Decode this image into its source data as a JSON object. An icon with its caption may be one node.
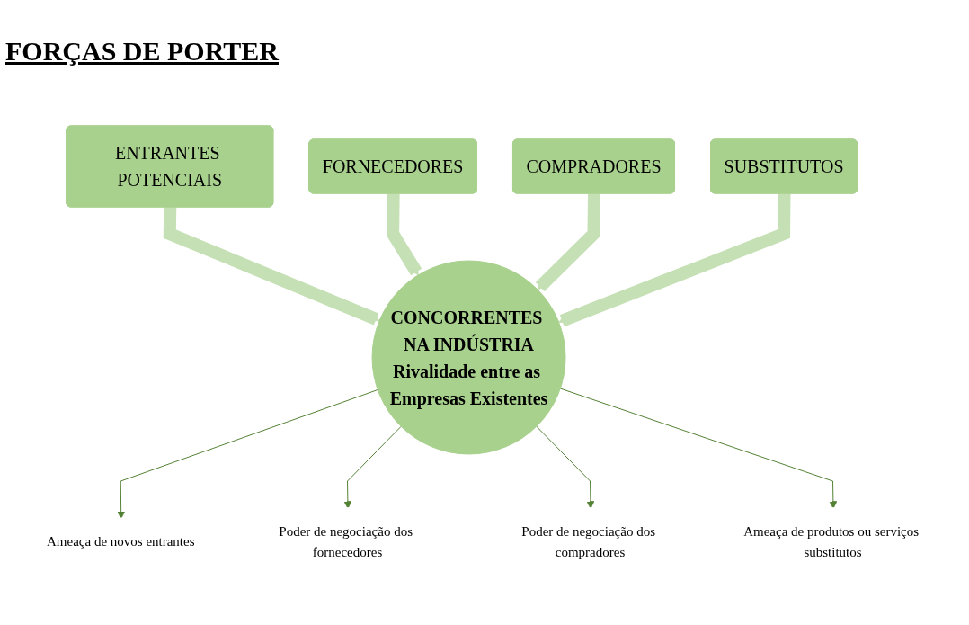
{
  "diagram": {
    "title": "FORÇAS DE PORTER",
    "nodes": [
      {
        "text": [
          "ENTRANTES POTENCIAIS"
        ]
      },
      {
        "text": [
          "Ameaça de novos entrantes"
        ]
      },
      {
        "text": [
          "Poder de negociação dos fornecedores"
        ]
      },
      {
        "text": [
          "FORNECEDORES"
        ]
      },
      {
        "text": [
          "CONCORRENTES NA INDÚSTRIA",
          "Rivalidade entre as Empresas Existentes"
        ]
      },
      {
        "text": [
          "COMPRADORES"
        ]
      },
      {
        "text": [
          "Poder de negociação dos compradores"
        ]
      },
      {
        "text": [
          "Ameaça de produtos ou serviços substitutos"
        ]
      },
      {
        "text": [
          "SUBSTITUTOS"
        ]
      }
    ],
    "edges": [
      {
        "from": 0,
        "to": 4,
        "arrow": "to",
        "style": "thick",
        "color": "#c5e0b4"
      },
      {
        "from": 4,
        "to": 1,
        "arrow": "to",
        "color": "#548235"
      },
      {
        "from": 4,
        "to": 2,
        "arrow": "to",
        "color": "#548235"
      },
      {
        "from": 3,
        "to": 4,
        "arrow": "to",
        "style": "thick",
        "color": "#c5e0b4"
      },
      {
        "from": 5,
        "to": 4,
        "arrow": "to",
        "style": "thick",
        "color": "#c5e0b4"
      },
      {
        "from": 4,
        "to": 6,
        "arrow": "to",
        "color": "#548235"
      },
      {
        "from": 4,
        "to": 7,
        "arrow": "to",
        "color": "#548235"
      },
      {
        "from": 8,
        "to": 4,
        "arrow": "to",
        "style": "thick",
        "color": "#c5e0b4"
      }
    ]
  }
}
